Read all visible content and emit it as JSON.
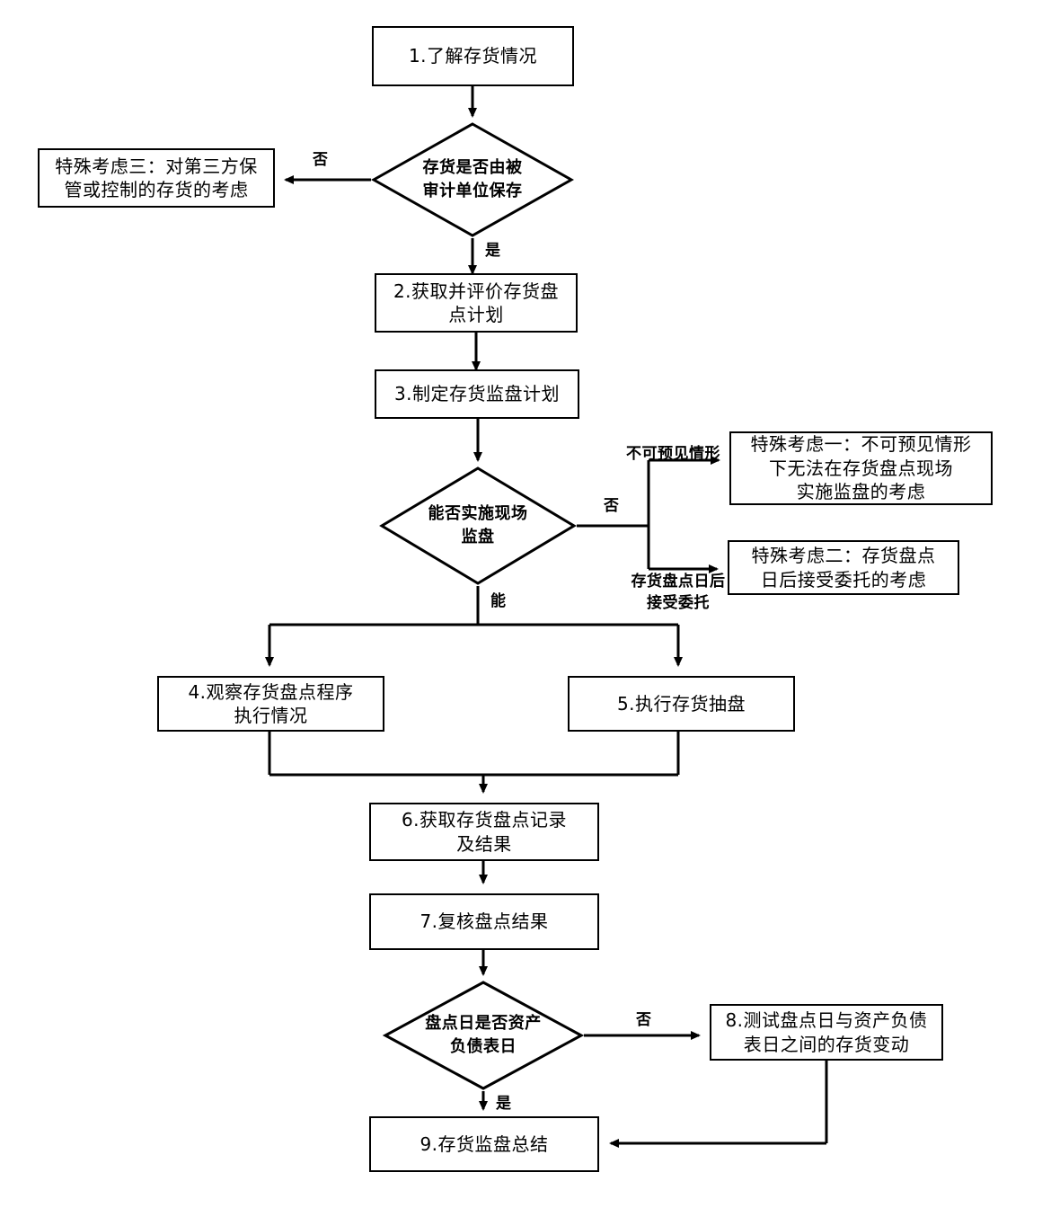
{
  "diagram": {
    "title": "存货监盘流程图",
    "type": "flowchart",
    "orientation": "top-to-bottom",
    "colors": {
      "stroke": "#000000",
      "fill": "#ffffff",
      "text": "#000000"
    },
    "nodes": [
      {
        "id": "n1",
        "shape": "process",
        "text": "1.了解存货情况"
      },
      {
        "id": "d1",
        "shape": "decision",
        "text": "存货是否由被\n审计单位保存"
      },
      {
        "id": "s3",
        "shape": "process",
        "text": "特殊考虑三：对第三方保\n管或控制的存货的考虑"
      },
      {
        "id": "n2",
        "shape": "process",
        "text": "2.获取并评价存货盘\n点计划"
      },
      {
        "id": "n3",
        "shape": "process",
        "text": "3.制定存货监盘计划"
      },
      {
        "id": "d2",
        "shape": "decision",
        "text": "能否实施现场\n监盘"
      },
      {
        "id": "s1",
        "shape": "process",
        "text": "特殊考虑一：不可预见情形\n下无法在存货盘点现场\n实施监盘的考虑"
      },
      {
        "id": "s2",
        "shape": "process",
        "text": "特殊考虑二：存货盘点\n日后接受委托的考虑"
      },
      {
        "id": "n4",
        "shape": "process",
        "text": "4.观察存货盘点程序\n执行情况"
      },
      {
        "id": "n5",
        "shape": "process",
        "text": "5.执行存货抽盘"
      },
      {
        "id": "n6",
        "shape": "process",
        "text": "6.获取存货盘点记录\n及结果"
      },
      {
        "id": "n7",
        "shape": "process",
        "text": "7.复核盘点结果"
      },
      {
        "id": "d3",
        "shape": "decision",
        "text": "盘点日是否资产\n负债表日"
      },
      {
        "id": "n8",
        "shape": "process",
        "text": "8.测试盘点日与资产负债\n表日之间的存货变动"
      },
      {
        "id": "n9",
        "shape": "process",
        "text": "9.存货监盘总结"
      }
    ],
    "edge_labels": [
      {
        "id": "e_d1_no",
        "text": "否"
      },
      {
        "id": "e_d1_yes",
        "text": "是"
      },
      {
        "id": "e_d2_no",
        "text": "否"
      },
      {
        "id": "e_d2_unf",
        "text": "不可预见情形"
      },
      {
        "id": "e_d2_after",
        "text": "存货盘点日后\n接受委托"
      },
      {
        "id": "e_d2_yes",
        "text": "能"
      },
      {
        "id": "e_d3_no",
        "text": "否"
      },
      {
        "id": "e_d3_yes",
        "text": "是"
      }
    ]
  }
}
